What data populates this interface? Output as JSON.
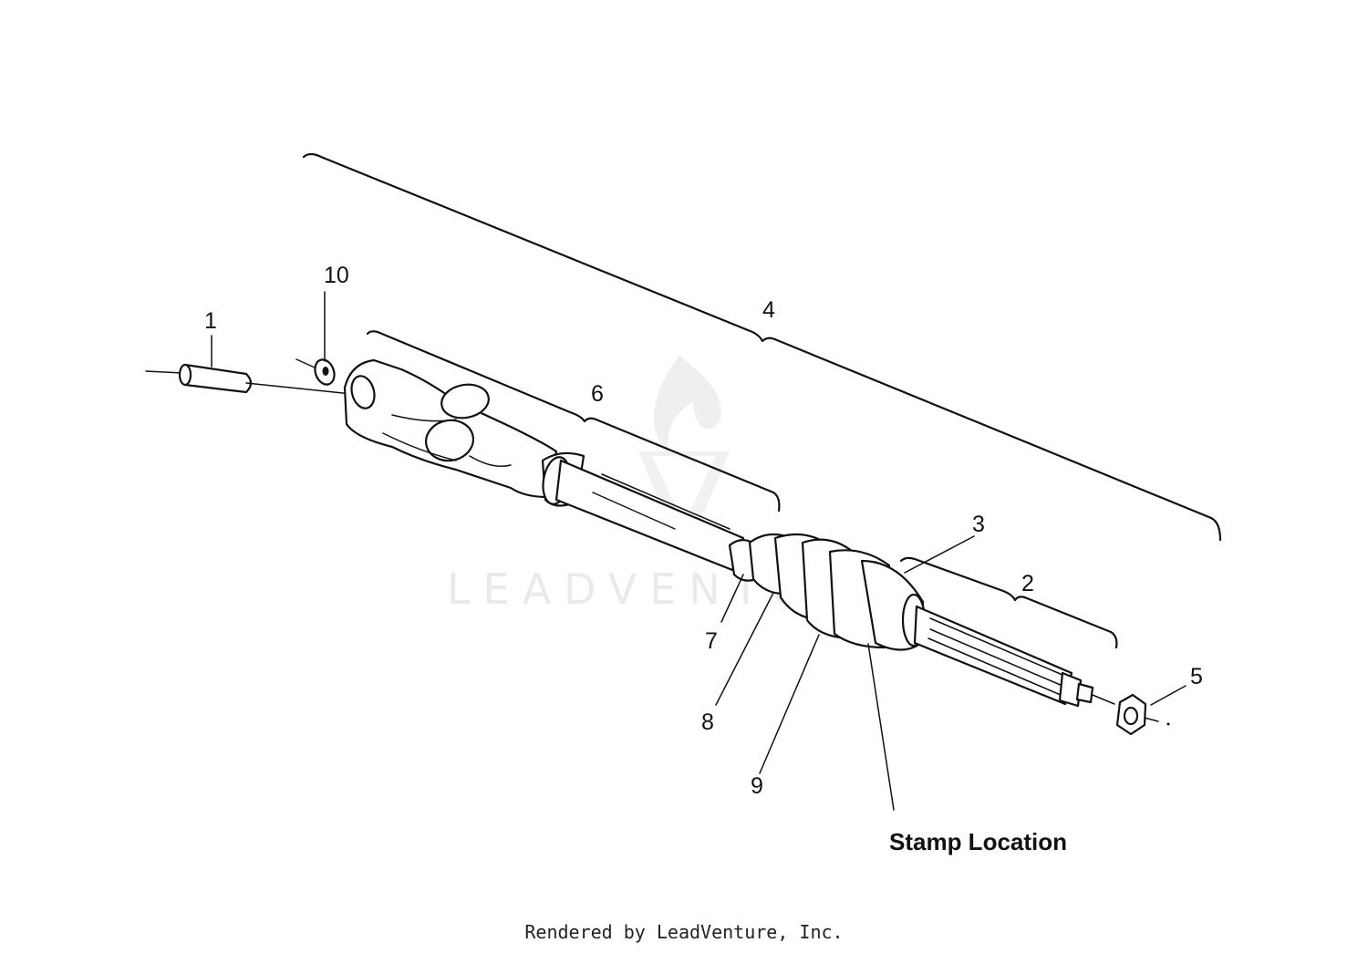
{
  "diagram": {
    "callouts": {
      "c1": "1",
      "c2": "2",
      "c3": "3",
      "c4": "4",
      "c5": "5",
      "c6": "6",
      "c7": "7",
      "c8": "8",
      "c9": "9",
      "c10": "10"
    },
    "stamp_label": "Stamp Location",
    "watermark": "LEADVENTURE",
    "colors": {
      "line": "#111111",
      "watermark": "#d9d9d9",
      "background": "#ffffff"
    }
  },
  "footer": {
    "text": "Rendered by LeadVenture, Inc."
  }
}
